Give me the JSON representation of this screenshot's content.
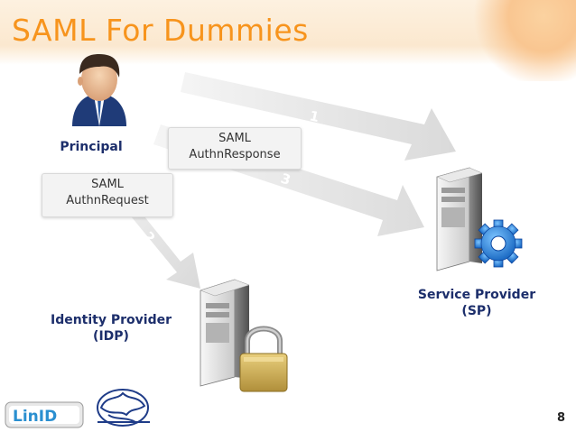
{
  "slide": {
    "title": "SAML For Dummies",
    "page_number": "8"
  },
  "nodes": {
    "principal": {
      "label": "Principal",
      "icon": "user-icon"
    },
    "idp": {
      "label_line1": "Identity Provider",
      "label_line2": "(IDP)",
      "icon": "server-icon",
      "badge_icon": "padlock-icon"
    },
    "sp": {
      "label_line1": "Service Provider",
      "label_line2": "(SP)",
      "icon": "server-icon",
      "badge_icon": "gear-icon"
    }
  },
  "messages": {
    "authn_request": {
      "line1": "SAML",
      "line2": "AuthnRequest"
    },
    "authn_response": {
      "line1": "SAML",
      "line2": "AuthnResponse"
    }
  },
  "arrows": [
    {
      "step": "1"
    },
    {
      "step": "2"
    },
    {
      "step": "3"
    }
  ],
  "logos": {
    "linid": "LinID",
    "brain": "brain-logo"
  },
  "colors": {
    "title": "#f7941d",
    "label": "#1c2e6b",
    "gear": "#1e88d8",
    "arrow": "#e2e2e2"
  }
}
